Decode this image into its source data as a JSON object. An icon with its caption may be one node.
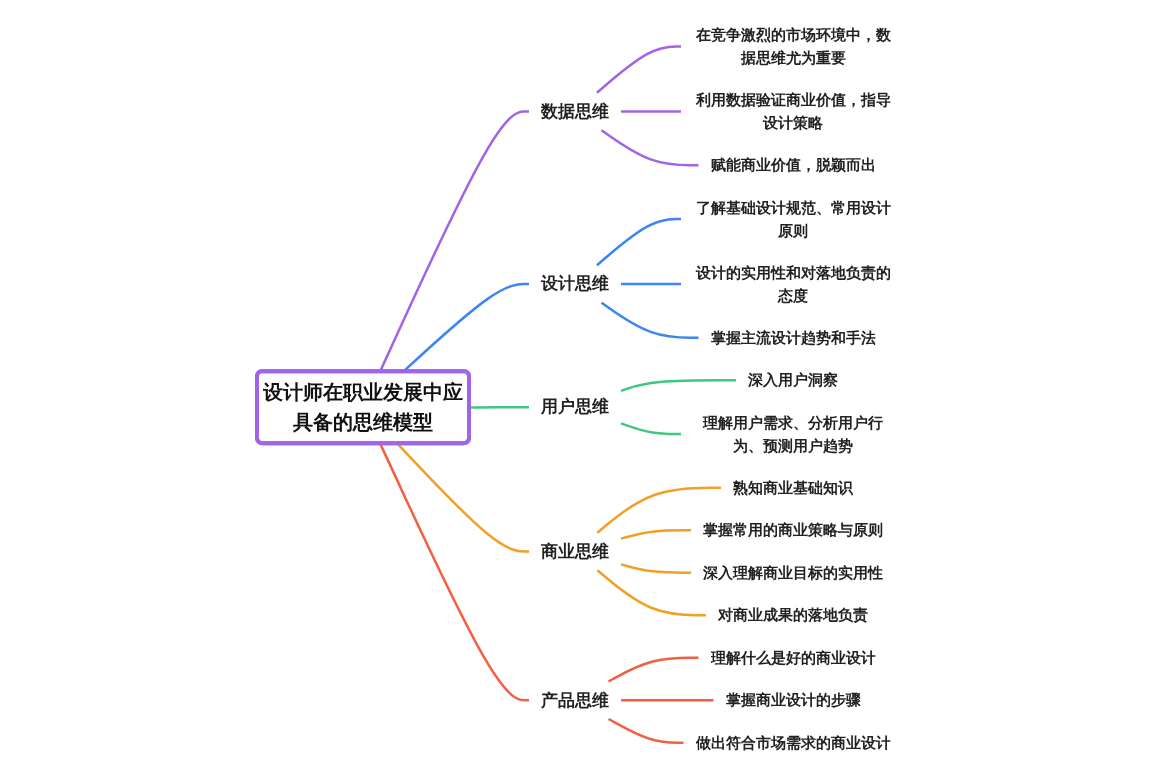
{
  "diagram": {
    "nodes": [
      {
        "text": [
          "设计师在职业发展中应具备的思维模型"
        ]
      },
      {
        "text": [
          "数据思维"
        ]
      },
      {
        "text": [
          "在竞争激烈的市场环境中，数据思维尤为重要"
        ]
      },
      {
        "text": [
          "利用数据验证商业价值，指导设计策略"
        ]
      },
      {
        "text": [
          "赋能商业价值，脱颖而出"
        ]
      },
      {
        "text": [
          "设计思维"
        ]
      },
      {
        "text": [
          "了解基础设计规范、常用设计原则"
        ]
      },
      {
        "text": [
          "设计的实用性和对落地负责的态度"
        ]
      },
      {
        "text": [
          "掌握主流设计趋势和手法"
        ]
      },
      {
        "text": [
          "用户思维"
        ]
      },
      {
        "text": [
          "深入用户洞察"
        ]
      },
      {
        "text": [
          "理解用户需求、分析用户行为、预测用户趋势"
        ]
      },
      {
        "text": [
          "商业思维"
        ]
      },
      {
        "text": [
          "熟知商业基础知识"
        ]
      },
      {
        "text": [
          "掌握常用的商业策略与原则"
        ]
      },
      {
        "text": [
          "深入理解商业目标的实用性"
        ]
      },
      {
        "text": [
          "对商业成果的落地负责"
        ]
      },
      {
        "text": [
          "产品思维"
        ]
      },
      {
        "text": [
          "理解什么是好的商业设计"
        ]
      },
      {
        "text": [
          "掌握商业设计的步骤"
        ]
      },
      {
        "text": [
          "做出符合市场需求的商业设计"
        ]
      }
    ],
    "edges": [
      {
        "from": 0,
        "to": 1,
        "arrow": "none",
        "color": "#a064e8"
      },
      {
        "from": 1,
        "to": 2,
        "arrow": "none",
        "color": "#a064e8"
      },
      {
        "from": 1,
        "to": 3,
        "arrow": "none",
        "color": "#a064e8"
      },
      {
        "from": 1,
        "to": 4,
        "arrow": "none",
        "color": "#a064e8"
      },
      {
        "from": 0,
        "to": 5,
        "arrow": "none",
        "color": "#3d85f0"
      },
      {
        "from": 5,
        "to": 6,
        "arrow": "none",
        "color": "#3d85f0"
      },
      {
        "from": 5,
        "to": 7,
        "arrow": "none",
        "color": "#3d85f0"
      },
      {
        "from": 5,
        "to": 8,
        "arrow": "none",
        "color": "#3d85f0"
      },
      {
        "from": 0,
        "to": 9,
        "arrow": "none",
        "color": "#3ec77f"
      },
      {
        "from": 9,
        "to": 10,
        "arrow": "none",
        "color": "#3ec77f"
      },
      {
        "from": 9,
        "to": 11,
        "arrow": "none",
        "color": "#3ec77f"
      },
      {
        "from": 0,
        "to": 12,
        "arrow": "none",
        "color": "#f0a024"
      },
      {
        "from": 12,
        "to": 13,
        "arrow": "none",
        "color": "#f0a024"
      },
      {
        "from": 12,
        "to": 14,
        "arrow": "none",
        "color": "#f0a024"
      },
      {
        "from": 12,
        "to": 15,
        "arrow": "none",
        "color": "#f0a024"
      },
      {
        "from": 12,
        "to": 16,
        "arrow": "none",
        "color": "#f0a024"
      },
      {
        "from": 0,
        "to": 17,
        "arrow": "none",
        "color": "#f25f42"
      },
      {
        "from": 17,
        "to": 18,
        "arrow": "none",
        "color": "#f25f42"
      },
      {
        "from": 17,
        "to": 19,
        "arrow": "none",
        "color": "#f25f42"
      },
      {
        "from": 17,
        "to": 20,
        "arrow": "none",
        "color": "#f25f42"
      }
    ]
  }
}
